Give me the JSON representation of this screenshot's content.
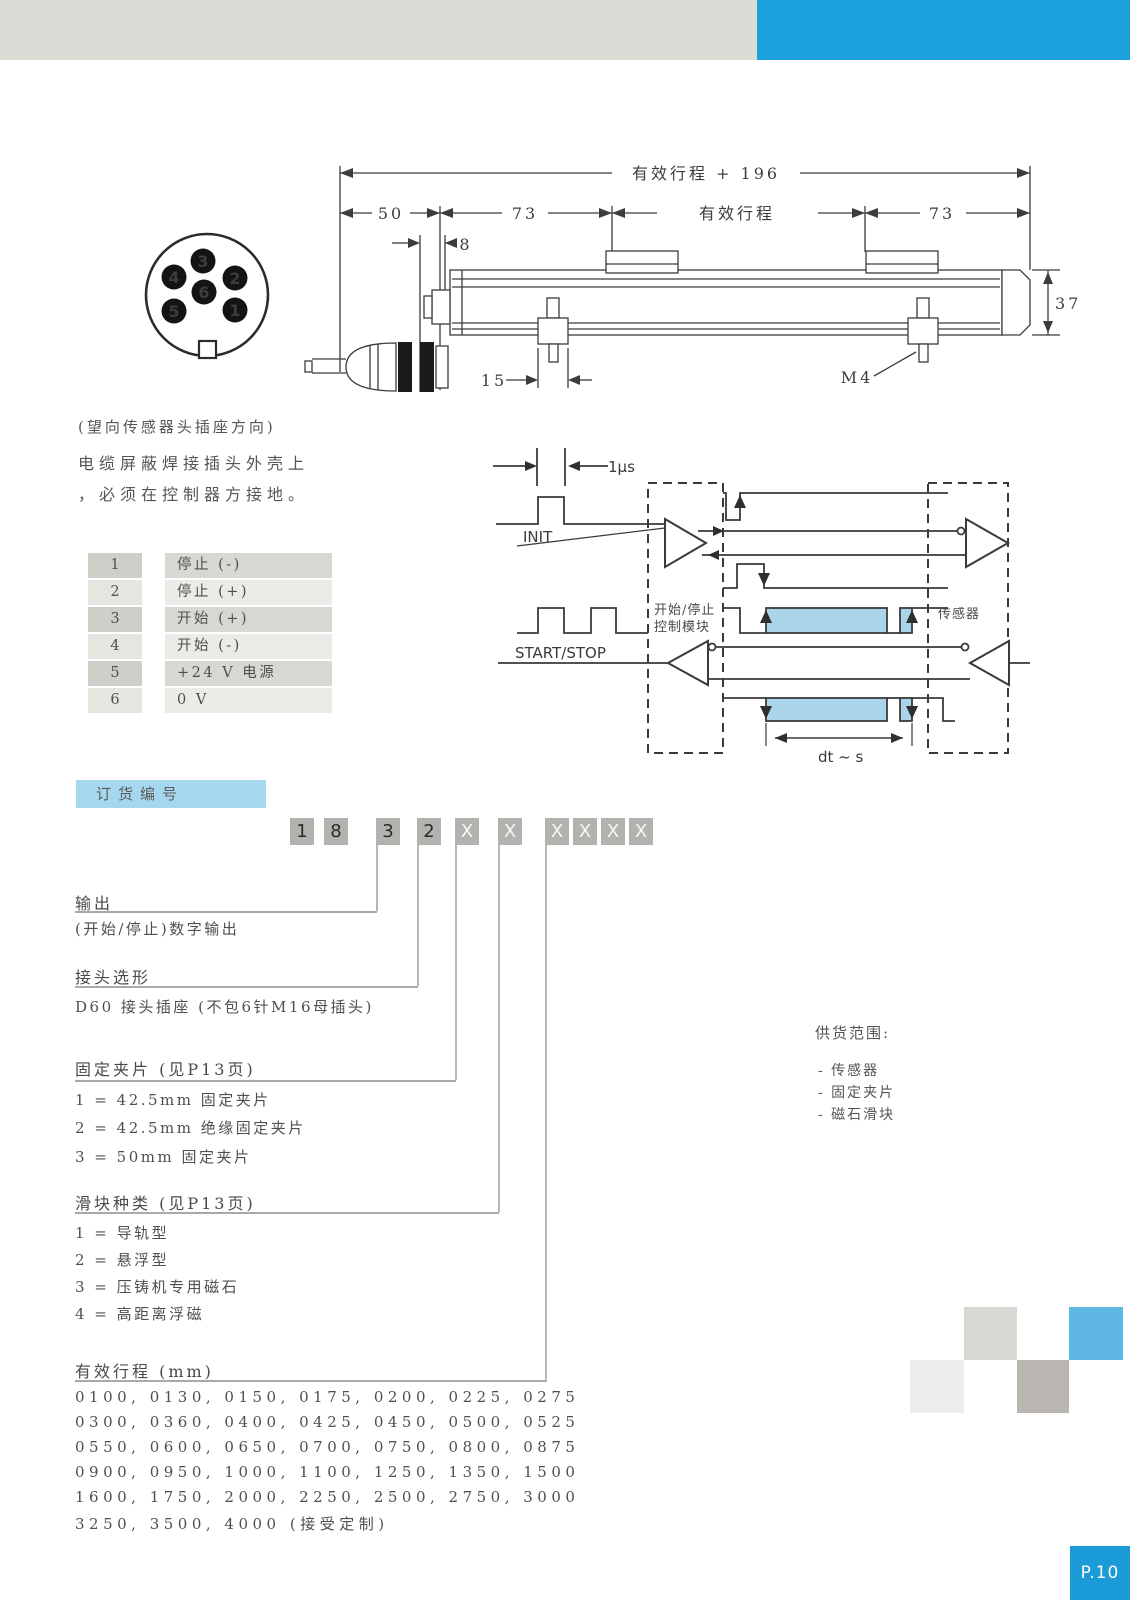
{
  "page": {
    "number": "P.10"
  },
  "drawing": {
    "dims": {
      "total": "有效行程 + 196",
      "d50": "50",
      "d73a": "73",
      "stroke": "有效行程",
      "d73b": "73",
      "d8": "8",
      "d37": "37",
      "d15": "15",
      "m4": "M4"
    }
  },
  "connector": {
    "pins": [
      "3",
      "4",
      "2",
      "6",
      "5",
      "1"
    ],
    "view_note": "(望向传感器头插座方向)"
  },
  "grounding_note": {
    "line1": "电缆屏蔽焊接插头外壳上",
    "line2": "，必须在控制器方接地。"
  },
  "pin_table": {
    "rows": [
      {
        "pin": "1",
        "signal": "停止 (-)"
      },
      {
        "pin": "2",
        "signal": "停止 (+)"
      },
      {
        "pin": "3",
        "signal": "开始 (+)"
      },
      {
        "pin": "4",
        "signal": "开始 (-)"
      },
      {
        "pin": "5",
        "signal": "+24 V 电源"
      },
      {
        "pin": "6",
        "signal": "0 V"
      }
    ]
  },
  "timing": {
    "labels": {
      "init": "INIT",
      "start_stop": "START/STOP",
      "pulse_width": "1μs",
      "dt": "dt ~ s",
      "controller_line1": "开始/停止",
      "controller_line2": "控制模块",
      "sensor": "传感器"
    }
  },
  "ordering": {
    "header": "订货编号",
    "code": [
      "1",
      "8",
      "3",
      "2",
      "X",
      "X",
      "X",
      "X",
      "X",
      "X"
    ],
    "sections": [
      {
        "title": "输出",
        "lines": [
          "(开始/停止)数字输出"
        ]
      },
      {
        "title": "接头选形",
        "lines": [
          "D60 接头插座 (不包6针M16母插头)"
        ]
      },
      {
        "title": "固定夹片 (见P13页)",
        "lines": [
          "1 = 42.5mm 固定夹片",
          "2 = 42.5mm 绝缘固定夹片",
          "3 = 50mm 固定夹片"
        ]
      },
      {
        "title": "滑块种类 (见P13页)",
        "lines": [
          "1 = 导轨型",
          "2 = 悬浮型",
          "3 = 压铸机专用磁石",
          "4 = 高距离浮磁"
        ]
      },
      {
        "title": "有效行程 (mm)",
        "lines": [
          "0100, 0130, 0150, 0175, 0200, 0225, 0275",
          "0300, 0360, 0400, 0425, 0450, 0500, 0525",
          "0550, 0600, 0650, 0700, 0750, 0800, 0875",
          "0900, 0950, 1000, 1100, 1250, 1350, 1500",
          "1600, 1750, 2000, 2250, 2500, 2750, 3000",
          "3250, 3500, 4000 (接受定制)"
        ]
      }
    ]
  },
  "supply": {
    "title": "供货范围:",
    "items": [
      "- 传感器",
      "- 固定夹片",
      "- 磁石滑块"
    ]
  },
  "colors": {
    "header_gray": "#dcdcd7",
    "header_blue": "#1aa0dc",
    "order_header_blue": "#a5d8ee",
    "timing_fill_blue": "#a9d4ea",
    "page_box_blue": "#1a9bd7"
  }
}
